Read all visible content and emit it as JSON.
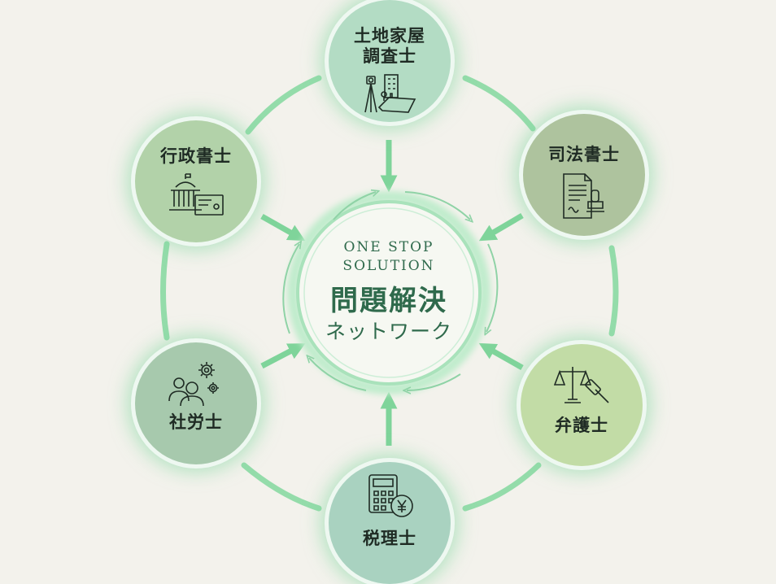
{
  "center": {
    "line1": "ONE STOP",
    "line2": "SOLUTION",
    "title": "問題解決",
    "subtitle": "ネットワーク"
  },
  "nodes": {
    "chousa": {
      "label": "土地家屋\n調査士",
      "icon": "survey-building-icon"
    },
    "shiho": {
      "label": "司法書士",
      "icon": "document-stamp-icon"
    },
    "gyosei": {
      "label": "行政書士",
      "icon": "government-certificate-icon"
    },
    "shaho": {
      "label": "社労士",
      "icon": "people-gears-icon"
    },
    "bengo": {
      "label": "弁護士",
      "icon": "scales-gavel-icon"
    },
    "zeiri": {
      "label": "税理士",
      "icon": "calculator-yen-icon"
    }
  },
  "colors": {
    "accent": "#7fd49a",
    "text_dark": "#1f2b24",
    "center_text": "#2f6a4c",
    "background": "#f3f2ec"
  }
}
